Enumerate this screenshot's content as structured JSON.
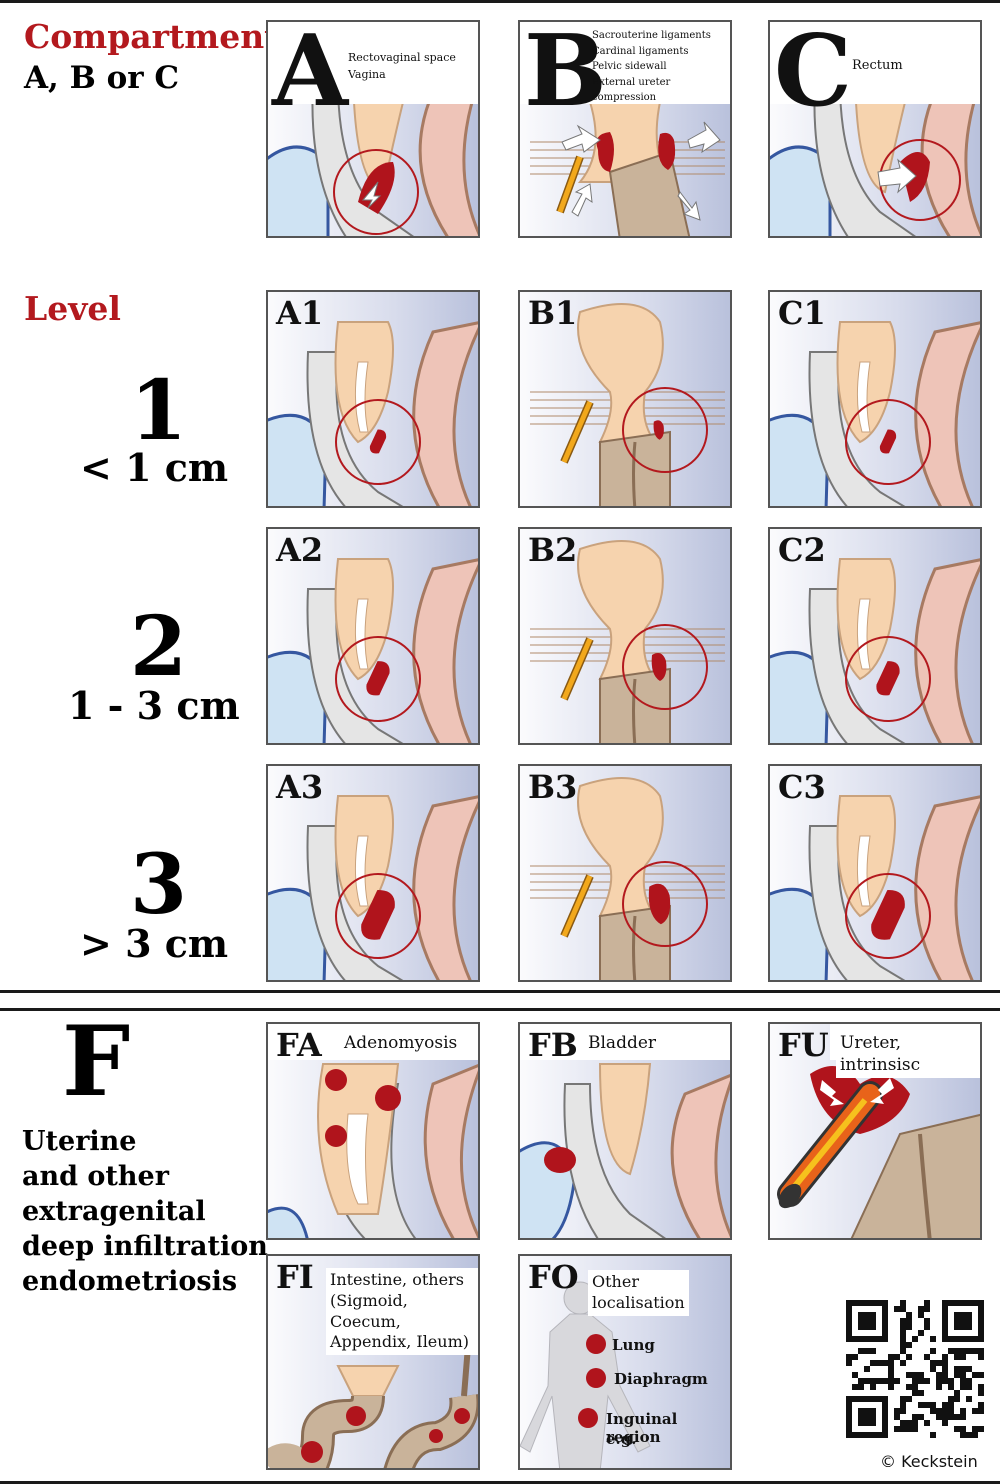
{
  "compartment_heading": {
    "title": "Compartment",
    "subtitle": "A, B or C"
  },
  "compartments": [
    {
      "letter": "A",
      "lines": [
        "Rectovaginal space",
        "Vagina"
      ]
    },
    {
      "letter": "B",
      "lines": [
        "Sacrouterine ligaments",
        "Cardinal ligaments",
        "Pelvic sidewall",
        "External ureter compression"
      ]
    },
    {
      "letter": "C",
      "lines": [
        "Rectum"
      ]
    }
  ],
  "level_heading": "Level",
  "levels": [
    {
      "number": "1",
      "range": "< 1 cm",
      "panels": [
        "A1",
        "B1",
        "C1"
      ]
    },
    {
      "number": "2",
      "range": "1 - 3 cm",
      "panels": [
        "A2",
        "B2",
        "C2"
      ]
    },
    {
      "number": "3",
      "range": "> 3 cm",
      "panels": [
        "A3",
        "B3",
        "C3"
      ]
    }
  ],
  "f_section": {
    "letter": "F",
    "description": [
      "Uterine",
      "and other",
      "extragenital",
      "deep infiltration",
      "endometriosis"
    ],
    "panels": [
      {
        "code": "FA",
        "label": "Adenomyosis"
      },
      {
        "code": "FB",
        "label": "Bladder"
      },
      {
        "code": "FU",
        "label": "Ureter, intrinsisc"
      },
      {
        "code": "FI",
        "label": "Intestine, others (Sigmoid, Coecum, Appendix, Ileum)",
        "lines": [
          "Intestine, others",
          "(Sigmoid, Coecum,",
          "Appendix, Ileum)"
        ]
      },
      {
        "code": "FO",
        "lines": [
          "Other",
          "localisation"
        ],
        "body_labels": [
          "Lung",
          "Diaphragm",
          "Inguinal region",
          "e.g."
        ]
      }
    ]
  },
  "copyright": "© Keckstein",
  "colors": {
    "accent_red": "#b3191e",
    "lesion": "#b0141c",
    "uterus": "#f6d3ae",
    "rectum": "#eec4b8",
    "bladder": "#cfe3f3"
  }
}
